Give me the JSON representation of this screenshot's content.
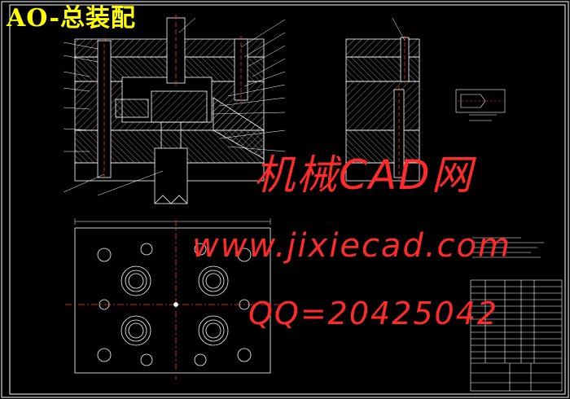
{
  "title": "AO-总装配",
  "watermark": {
    "line1": "机械CAD网",
    "line2": "www.jixiecad.com",
    "line3": "QQ=20425042"
  },
  "colors": {
    "background": "#000000",
    "lines": "#ffffff",
    "title": "#ffff00",
    "watermark": "#ff2a2a",
    "centerline": "#ff3030"
  }
}
